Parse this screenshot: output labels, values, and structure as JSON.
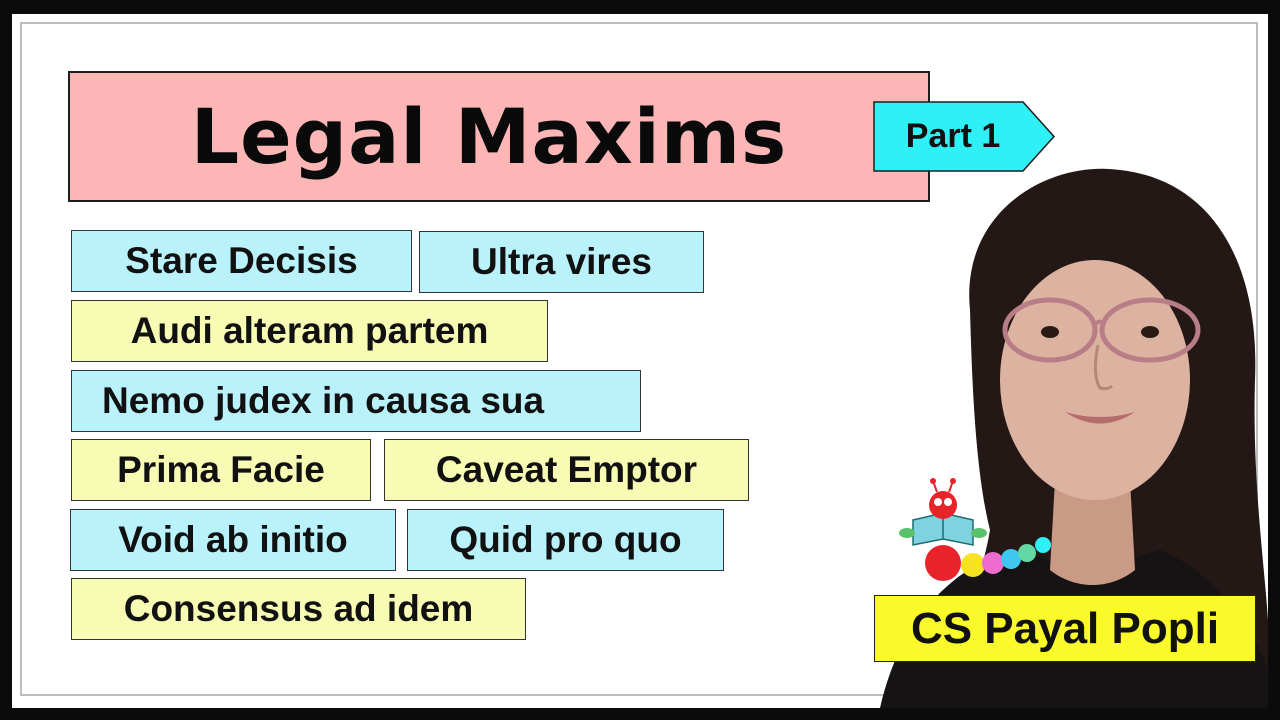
{
  "title": "Legal Maxims",
  "part_label": "Part 1",
  "maxims": [
    {
      "text": "Stare Decisis",
      "color": "#b9f2fa"
    },
    {
      "text": "Ultra vires",
      "color": "#b9f2fa"
    },
    {
      "text": "Audi alteram partem",
      "color": "#f7fbb3"
    },
    {
      "text": "Nemo judex in causa sua",
      "color": "#b9f2fa"
    },
    {
      "text": "Prima Facie",
      "color": "#f7fbb3"
    },
    {
      "text": "Caveat Emptor",
      "color": "#f7fbb3"
    },
    {
      "text": "Void ab initio",
      "color": "#b9f2fa"
    },
    {
      "text": "Quid pro quo",
      "color": "#b9f2fa"
    },
    {
      "text": "Consensus ad idem",
      "color": "#f7fbb3"
    }
  ],
  "presenter_name": "CS Payal Popli",
  "colors": {
    "title_background": "#fdb6b6",
    "part_tag": "#2ef0f5",
    "cyan_box": "#b9f2fa",
    "yellow_box": "#f7fbb3",
    "name_background": "#fafa2a",
    "frame": "#0b0b0b"
  },
  "icons": {
    "mascot": "caterpillar-reading-book-icon",
    "presenter_photo": "presenter-portrait"
  }
}
